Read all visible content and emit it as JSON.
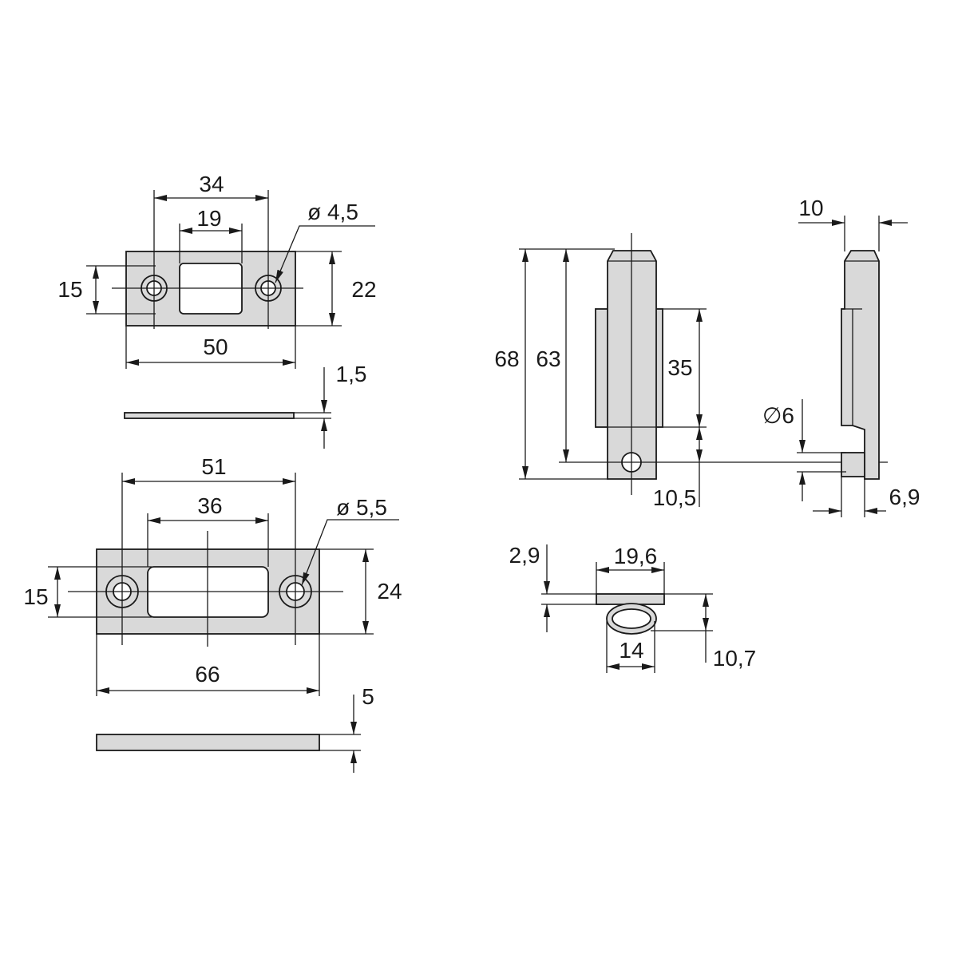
{
  "drawing": {
    "strike_plate_small": {
      "hole_spacing": "34",
      "slot_width": "19",
      "hole_diameter": "ø 4,5",
      "height_inner": "15",
      "height": "22",
      "length": "50",
      "thickness": "1,5"
    },
    "strike_plate_large": {
      "hole_spacing": "51",
      "slot_width": "36",
      "hole_diameter": "ø 5,5",
      "height_inner": "15",
      "height": "24",
      "length": "66",
      "thickness": "5"
    },
    "catch_front": {
      "total_height": "68",
      "hole_height": "63",
      "flange_height": "35",
      "hole_offset": "10,5"
    },
    "catch_side": {
      "width": "10",
      "pin_diameter": "∅6",
      "tab_depth": "6,9"
    },
    "catch_top": {
      "flange_thickness": "2,9",
      "flange_width": "19,6",
      "oval_width": "14",
      "total_depth": "10,7"
    }
  }
}
